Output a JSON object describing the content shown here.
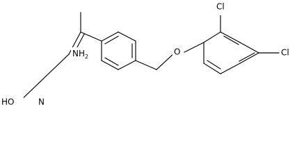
{
  "molecule": {
    "labels": {
      "amine": "NH",
      "amine_subscript": "2",
      "oxime": "HO",
      "imine": "N",
      "ether_oxygen": "O",
      "chlorine_top": "Cl",
      "chlorine_right": "Cl"
    }
  }
}
